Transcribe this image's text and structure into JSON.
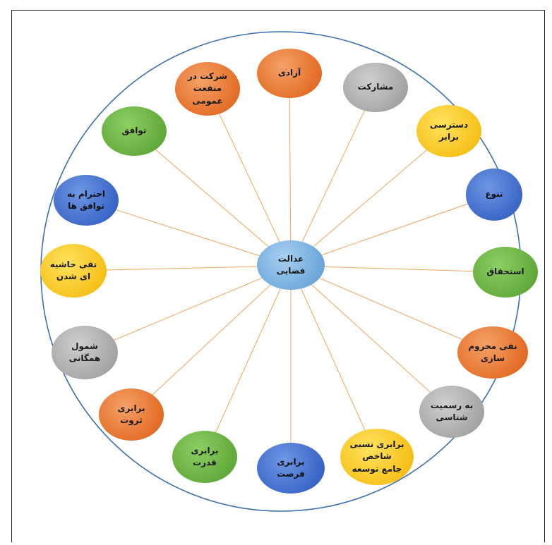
{
  "diagram": {
    "center": {
      "label": "عدالت\nفضایی",
      "color": "#6fa9dc"
    },
    "ring_color": "#3b6fae",
    "spoke_color": "#f0a35a",
    "nodes": [
      {
        "id": "azadi",
        "label": "آزادی",
        "color_class": "c-orange"
      },
      {
        "id": "mosharekat",
        "label": "مشارکت",
        "color_class": "c-gray"
      },
      {
        "id": "dastresi",
        "label": "دسترسی\nبرابر",
        "color_class": "c-yellow"
      },
      {
        "id": "tanavo",
        "label": "تنوع",
        "color_class": "c-blue"
      },
      {
        "id": "estehghagh",
        "label": "استحقاق",
        "color_class": "c-green"
      },
      {
        "id": "nafy-mahroom",
        "label": "نفی محروم\nسازی",
        "color_class": "c-orange"
      },
      {
        "id": "rasmiyat",
        "label": "به رسمیت\nشناسی",
        "color_class": "c-gray"
      },
      {
        "id": "barabari-nesbi",
        "label": "برابری نسبی\nشاخص\nجامع توسعه",
        "color_class": "c-yellow"
      },
      {
        "id": "forsat",
        "label": "برابری\nفرصت",
        "color_class": "c-blue"
      },
      {
        "id": "ghodrat",
        "label": "برابری\nقدرت",
        "color_class": "c-green"
      },
      {
        "id": "servat",
        "label": "برابری\nثروت",
        "color_class": "c-orange"
      },
      {
        "id": "shomool",
        "label": "شمول\nهمگانی",
        "color_class": "c-gray"
      },
      {
        "id": "hashiye",
        "label": "نفی حاشیه\nای شدن",
        "color_class": "c-yellow"
      },
      {
        "id": "ehteram",
        "label": "احترام به\nتوافق ها",
        "color_class": "c-blue"
      },
      {
        "id": "tavafogh",
        "label": "توافق",
        "color_class": "c-green"
      },
      {
        "id": "sherkat",
        "label": "شرکت در\nمنفعت\nعمومی",
        "color_class": "c-orange"
      }
    ]
  }
}
